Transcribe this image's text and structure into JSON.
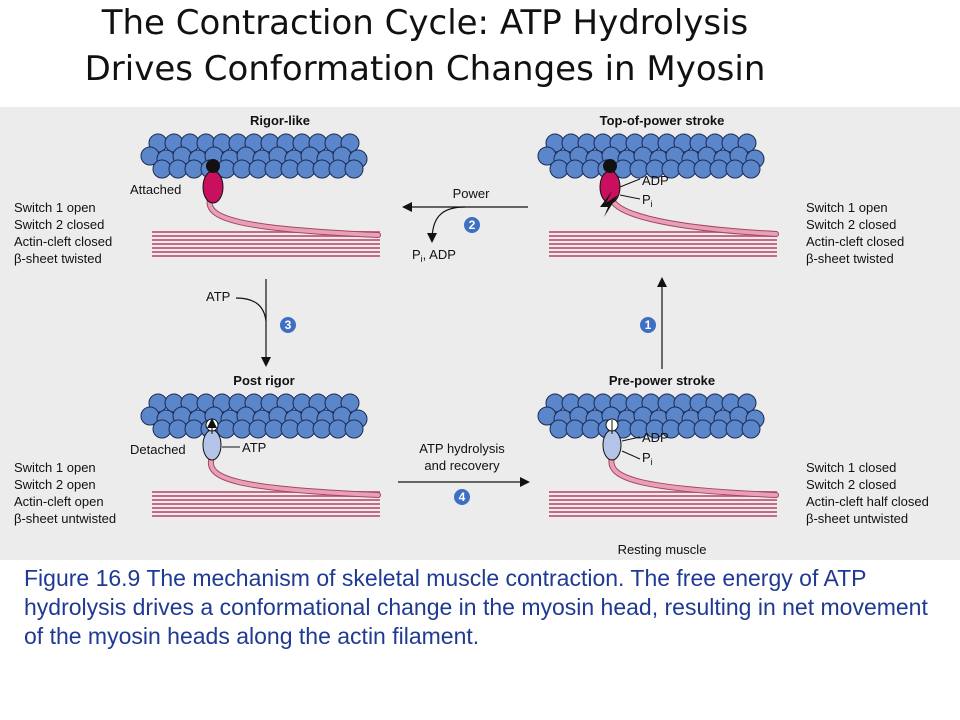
{
  "title": {
    "line1": "The Contraction Cycle: ATP Hydrolysis",
    "line2": "Drives Conformation Changes in Myosin"
  },
  "states": {
    "rigor_like": {
      "heading": "Rigor-like",
      "note": "Attached",
      "switches": [
        "Switch 1 open",
        "Switch 2 closed",
        "Actin-cleft closed",
        "β-sheet twisted"
      ]
    },
    "top_of_power_stroke": {
      "heading": "Top-of-power stroke",
      "bound": [
        "ADP",
        "P",
        "i"
      ],
      "switches": [
        "Switch 1 open",
        "Switch 2 closed",
        "Actin-cleft closed",
        "β-sheet twisted"
      ]
    },
    "post_rigor": {
      "heading": "Post rigor",
      "note": "Detached",
      "bound": "ATP",
      "switches": [
        "Switch 1 open",
        "Switch 2 open",
        "Actin-cleft open",
        "β-sheet untwisted"
      ]
    },
    "pre_power_stroke": {
      "heading": "Pre-power stroke",
      "bound": [
        "ADP",
        "P",
        "i"
      ],
      "switches": [
        "Switch 1 closed",
        "Switch 2 closed",
        "Actin-cleft half closed",
        "β-sheet untwisted"
      ],
      "footer": "Resting muscle"
    }
  },
  "steps": {
    "power": {
      "label": "Power",
      "number": "2",
      "release": [
        "P",
        "i",
        ", ADP"
      ]
    },
    "atp_binding": {
      "label": "ATP",
      "number": "3"
    },
    "hydrolysis": {
      "label_line1": "ATP hydrolysis",
      "label_line2": "and recovery",
      "number": "4"
    },
    "transition": {
      "number": "1"
    }
  },
  "colors": {
    "actin": "#5b86c9",
    "myosin_head_attached": "#c8105e",
    "myosin_head_detached": "#b4c4e8",
    "lever_arm": "#e8a0b8",
    "thick_filament": "#c76a85",
    "binding_site": "#111111",
    "step_badge": "#3e6fc2",
    "caption": "#1f3a93",
    "panel": "#ececec"
  },
  "caption": "Figure 16.9 The mechanism of skeletal muscle contraction.  The free energy of ATP hydrolysis drives a conformational change in the myosin head, resulting in net movement of the myosin heads along the actin filament."
}
